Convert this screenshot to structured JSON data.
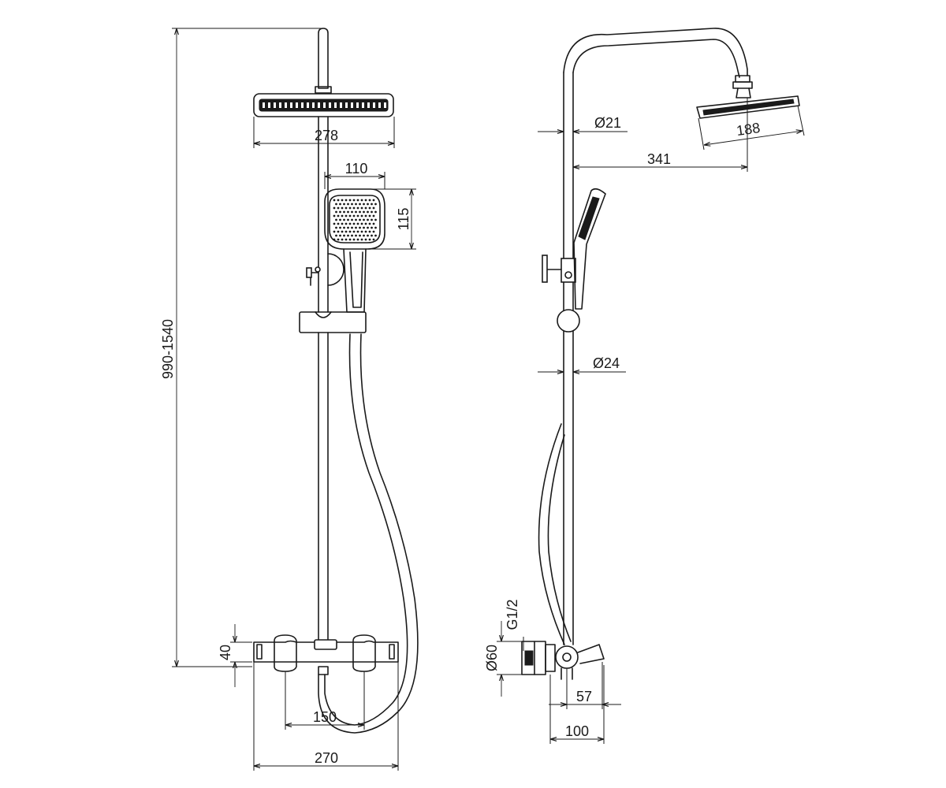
{
  "dimensions": {
    "front_shower_head_width": "278",
    "hand_shower_width": "110",
    "hand_shower_height": "115",
    "total_height": "990-1540",
    "mixer_height": "40",
    "mixer_connection_spacing": "150",
    "mixer_width": "270",
    "upper_pipe_diameter": "Ø21",
    "lower_pipe_diameter": "Ø24",
    "side_shower_head_width": "188",
    "arm_reach": "341",
    "connection_thread": "G1/2",
    "escutcheon_diameter": "Ø60",
    "spout_offset": "57",
    "wall_to_front": "100"
  }
}
